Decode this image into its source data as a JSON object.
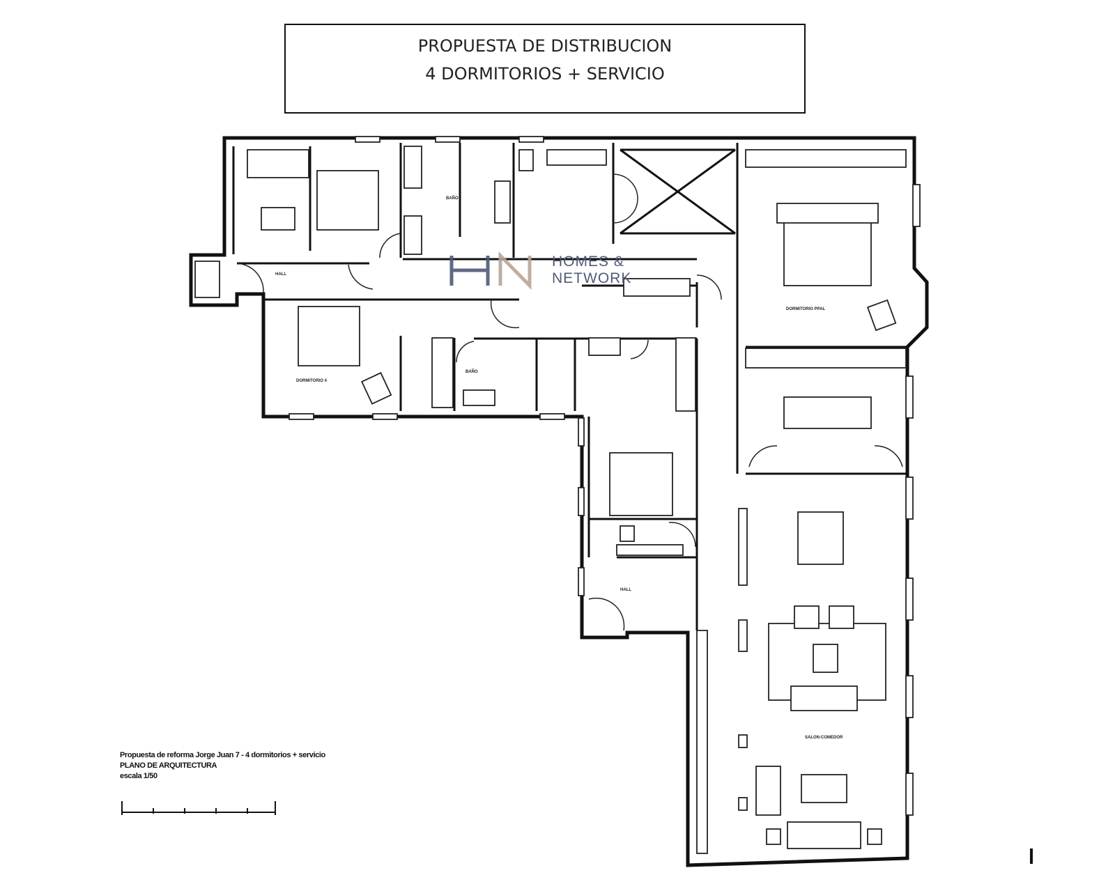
{
  "title": {
    "line1": "PROPUESTA DE DISTRIBUCION",
    "line2": "4 DORMITORIOS + SERVICIO"
  },
  "legend": {
    "line1": "Propuesta de reforma Jorge Juan 7 - 4 dormitorios + servicio",
    "line2": "PLANO DE ARQUITECTURA",
    "line3": "escala 1/50"
  },
  "watermark": {
    "mark": "HN",
    "line1": "HOMES &",
    "line2": "NETWORK",
    "color_h": "#4f5a78",
    "color_n": "#b8a596"
  },
  "rooms": {
    "hall": "HALL",
    "bath1": "BAÑO",
    "bath2": "BAÑO",
    "bedroom4": "DORMITORIO 4",
    "bedroom_main": "DORMITORIO PPAL",
    "living": "SALON-COMEDOR"
  }
}
